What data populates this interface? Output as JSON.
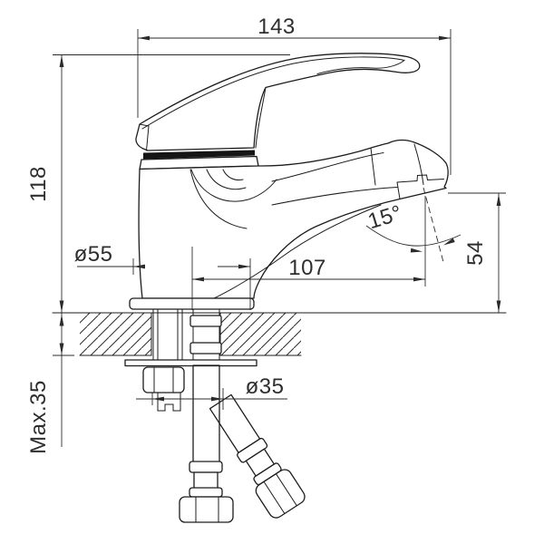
{
  "drawing": {
    "dimensions": {
      "width_top": "143",
      "height_left": "118",
      "base_diameter": "ø55",
      "spout_reach": "107",
      "spout_angle": "15°",
      "spout_height": "54",
      "hole_diameter": "ø35",
      "max_thickness": "Max.35"
    },
    "colors": {
      "background": "#ffffff",
      "line": "#1c1c1c",
      "dimension_line": "#2b2b2b"
    }
  }
}
